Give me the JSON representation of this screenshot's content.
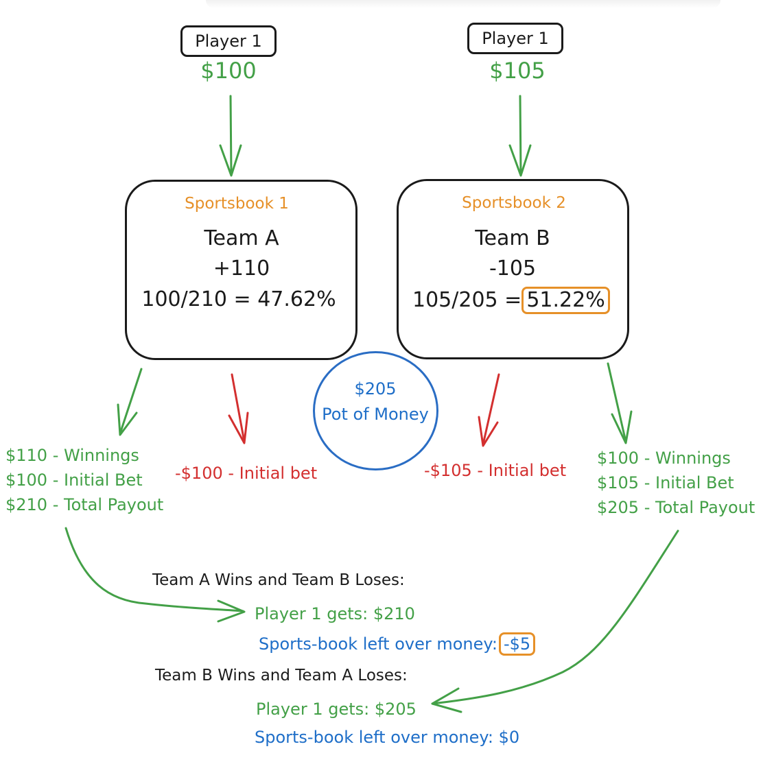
{
  "left_player": {
    "label": "Player 1",
    "stake": "$100"
  },
  "right_player": {
    "label": "Player 1",
    "stake": "$105"
  },
  "book1": {
    "name": "Sportsbook 1",
    "team": "Team A",
    "odds": "+110",
    "calc": "100/210 = 47.62%"
  },
  "book2": {
    "name": "Sportsbook 2",
    "team": "Team B",
    "odds": "-105",
    "calc_left": "105/205 =",
    "calc_highlight": "51.22%"
  },
  "pot": {
    "amount": "$205",
    "label": "Pot of Money"
  },
  "left_win": {
    "winnings": "$110 - Winnings",
    "initial": "$100 - Initial Bet",
    "total": "$210 - Total Payout"
  },
  "left_loss": "-$100 - Initial bet",
  "right_loss": "-$105 - Initial bet",
  "right_win": {
    "winnings": "$100 - Winnings",
    "initial": "$105 - Initial Bet",
    "total": "$205 - Total Payout"
  },
  "scenario_a": {
    "heading": "Team A Wins and Team B Loses:",
    "player": "Player 1 gets: $210",
    "book_label": "Sports-book left over money:",
    "book_value": "-$5"
  },
  "scenario_b": {
    "heading": "Team B Wins and Team A Loses:",
    "player": "Player 1 gets: $205",
    "book": "Sports-book left over money: $0"
  },
  "colors": {
    "green": "#43a047",
    "red": "#d32f2f",
    "blue": "#1e6ec8",
    "orange": "#e69028",
    "black": "#1a1a1a"
  }
}
